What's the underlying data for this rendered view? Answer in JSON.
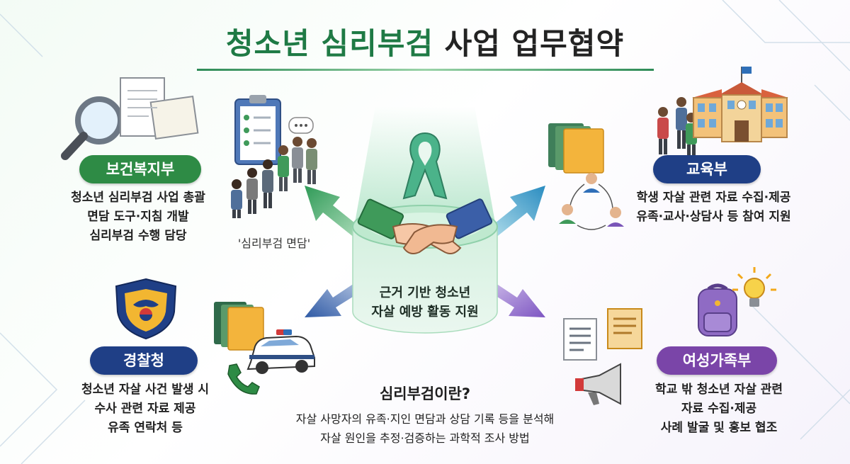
{
  "title": {
    "part1": "청소년 심리부검",
    "part2": " 사업 업무협약"
  },
  "center": {
    "lines": [
      "근거 기반 청소년",
      "자살 예방 활동 지원"
    ]
  },
  "interview_label": "'심리부검 면담'",
  "agencies": [
    {
      "name": "보건복지부",
      "color": "#2e8b45",
      "lines": [
        "청소년 심리부검 사업 총괄",
        "면담 도구·지침 개발",
        "심리부검 수행 담당"
      ]
    },
    {
      "name": "교육부",
      "color": "#1f3f86",
      "lines": [
        "학생 자살 관련 자료 수집·제공",
        "유족·교사·상담사 등 참여 지원"
      ]
    },
    {
      "name": "경찰청",
      "color": "#1f3f86",
      "lines": [
        "청소년 자살 사건 발생 시",
        "수사 관련 자료 제공",
        "유족 연락처 등"
      ]
    },
    {
      "name": "여성가족부",
      "color": "#7a45a8",
      "lines": [
        "학교 밖 청소년 자살 관련",
        "자료 수집·제공",
        "사례 발굴 및 홍보 협조"
      ]
    }
  ],
  "definition": {
    "title": "심리부검이란?",
    "lines": [
      "자살 사망자의 유족·지인 면담과 상담 기록 등을 분석해",
      "자살 원인을 추정·검증하는 과학적 조사 방법"
    ]
  },
  "colors": {
    "green": "#2e8b45",
    "navy": "#1f3f86",
    "purple": "#7a45a8",
    "teal": "#3fa6a0"
  },
  "icons": [
    "magnifier-icon",
    "documents-icon",
    "clipboard-icon",
    "people-group-icon",
    "ribbon-icon",
    "handshake-icon",
    "school-building-icon",
    "students-icon",
    "folders-icon",
    "user-network-icon",
    "police-emblem-icon",
    "police-car-icon",
    "phone-icon",
    "backpack-icon",
    "lightbulb-icon",
    "megaphone-icon",
    "note-icon"
  ]
}
